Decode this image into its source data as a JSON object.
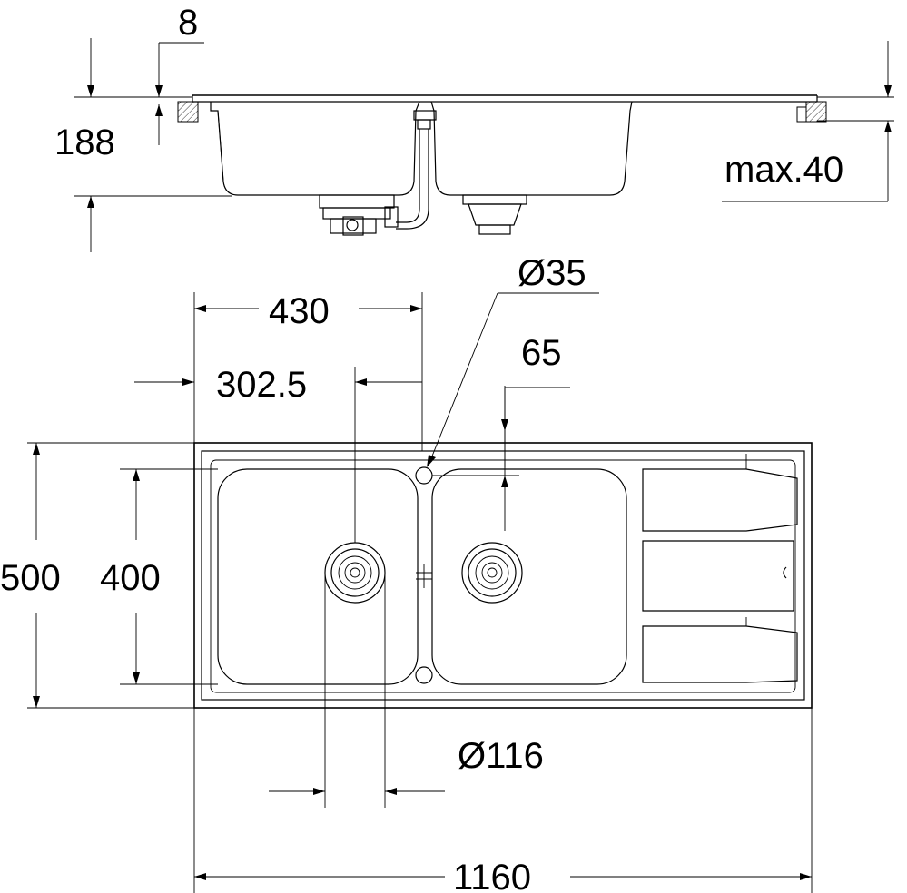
{
  "dimensions": {
    "rim_thickness": "8",
    "bowl_depth": "188",
    "max_worktop": "max.40",
    "tap_hole_diameter": "Ø35",
    "bowl_width": "430",
    "drain_offset": "302.5",
    "tap_offset": "65",
    "overall_depth": "500",
    "bowl_depth_plan": "400",
    "drain_diameter": "Ø116",
    "overall_width": "1160"
  }
}
